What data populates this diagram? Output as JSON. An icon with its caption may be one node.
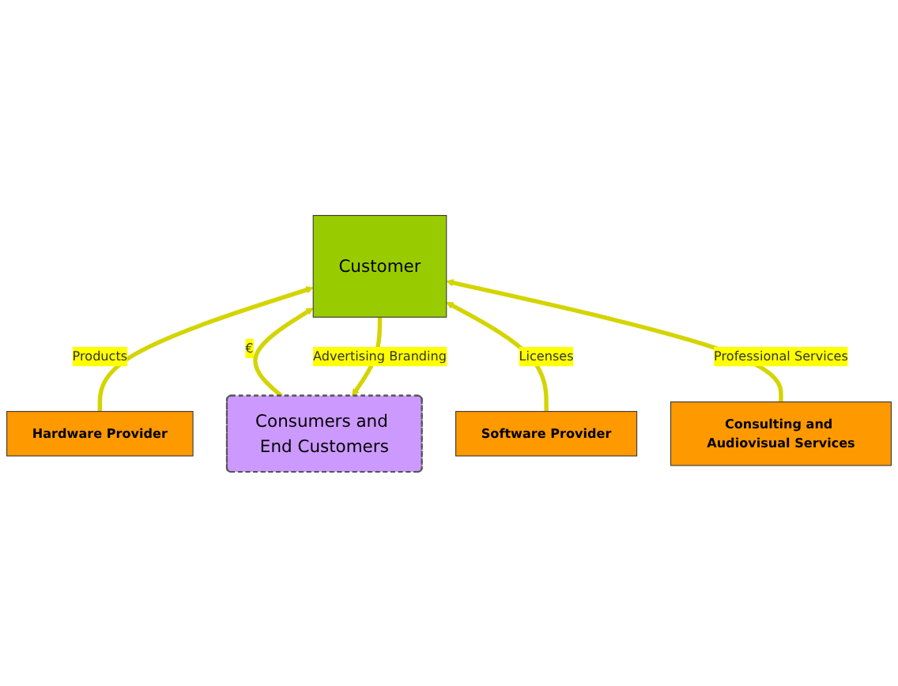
{
  "diagram": {
    "nodes": [
      {
        "text": [
          "Consumers and End Customers"
        ]
      },
      {
        "text": [
          "Customer"
        ]
      },
      {
        "text": [
          "Hardware Provider"
        ]
      },
      {
        "text": [
          "Software Provider"
        ]
      },
      {
        "text": [
          "Consulting and Audiovisual Services"
        ]
      }
    ],
    "edges": [
      {
        "from": 1,
        "to": 0,
        "arrow": "to",
        "label": "Advertising Branding"
      },
      {
        "from": 0,
        "to": 1,
        "arrow": "to",
        "label": "€"
      },
      {
        "from": 2,
        "to": 1,
        "arrow": "to",
        "label": "Products"
      },
      {
        "from": 3,
        "to": 1,
        "arrow": "to",
        "label": "Licenses"
      },
      {
        "from": 4,
        "to": 1,
        "arrow": "to",
        "label": "Professional Services"
      }
    ]
  }
}
